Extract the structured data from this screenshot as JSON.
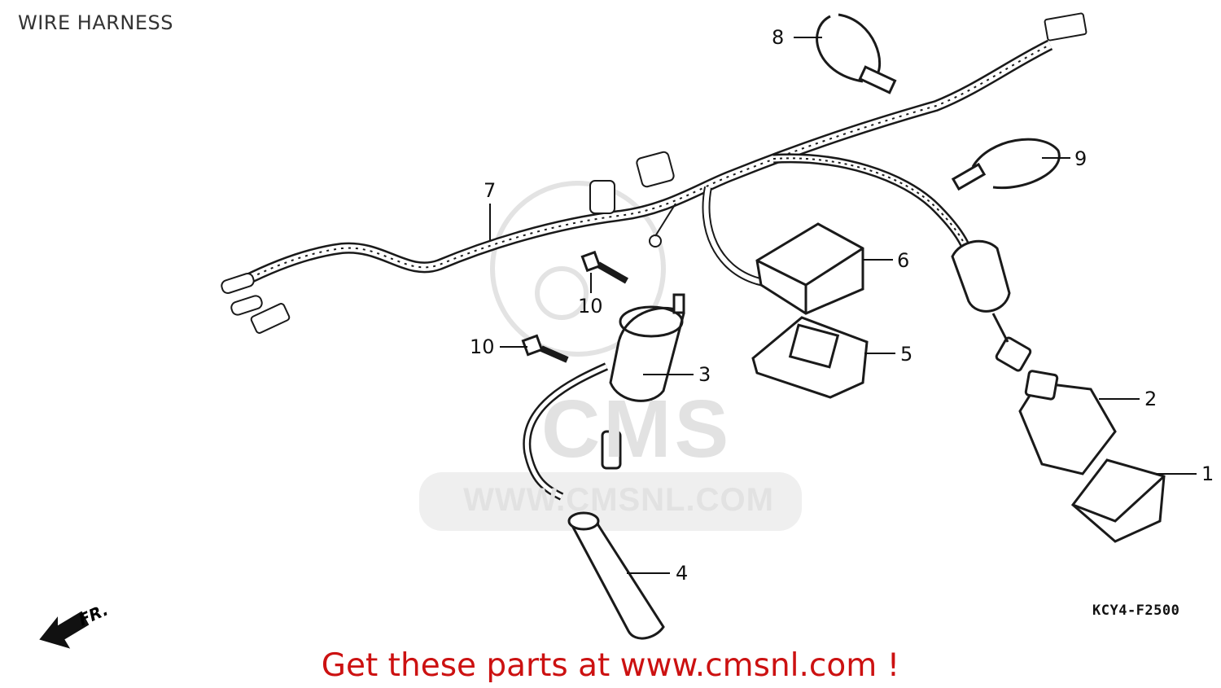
{
  "title": "WIRE HARNESS",
  "diagram_code": "KCY4-F2500",
  "direction_label": "FR.",
  "banner": {
    "text": "Get these parts at www.cmsnl.com !",
    "color": "#cc1111"
  },
  "watermark": {
    "logo": "CMS",
    "url": "WWW.CMSNL.COM",
    "color": "#e2e2e2"
  },
  "callouts": [
    "1",
    "2",
    "3",
    "4",
    "5",
    "6",
    "7",
    "8",
    "9",
    "10",
    "10"
  ]
}
